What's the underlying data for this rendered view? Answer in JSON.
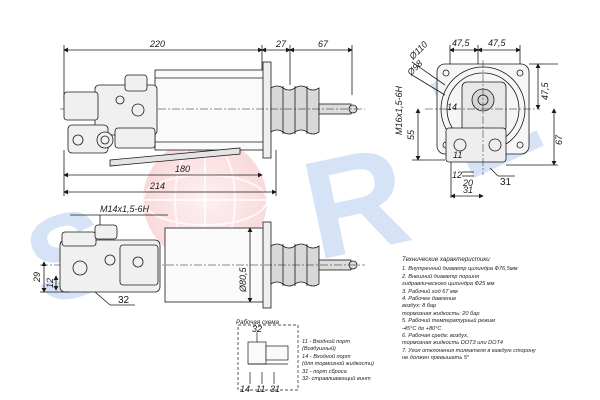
{
  "watermark": {
    "text": "SORL",
    "color": "#2f6fd8",
    "circle_color": "#e8404a"
  },
  "top_view": {
    "dims": {
      "d220": "220",
      "d27": "27",
      "d67": "67",
      "d180": "180",
      "d214": "214"
    }
  },
  "side_view": {
    "dims": {
      "d47_5_left": "47,5",
      "d47_5_right": "47,5",
      "d110": "Ø110",
      "d98": "Ø98",
      "thread": "M16x1,5-6H",
      "d55": "55",
      "d47_5_v": "47,5",
      "d67_v": "67",
      "d12": "12",
      "d20": "20",
      "d31_dim": "31",
      "port11": "11",
      "port14": "14",
      "port31": "31"
    }
  },
  "bottom_view": {
    "dims": {
      "thread": "M14x1,5-6H",
      "d29": "29",
      "d12": "12",
      "d805": "Ø80,5",
      "port32": "32"
    }
  },
  "scheme": {
    "title": "Рабочая схема",
    "port32": "32",
    "ports_bottom": [
      "14",
      "11",
      "31"
    ]
  },
  "legend": [
    "11 - Входной порт",
    "(Воздушный)",
    "14 - Входной порт",
    "(для тормозной жидкости)",
    "31 - порт сброса",
    "32- стравливающий винт"
  ],
  "specs": {
    "title": "Технические характеристики",
    "lines": [
      "1. Внутренний диаметр цилиндра Ф76,5мм",
      "2. Внешний диаметр поршня",
      "гидравлического цилиндра Ф25 мм",
      "3. Рабочий ход 67 мм",
      "4. Рабочее давление",
      "воздух: 8 бар",
      "тормозная жидкость: 20 бар",
      "5. Рабочий температурный режим",
      "-45°С до +80°С",
      "6. Рабочая среда: воздух,",
      "тормозная жидкость DOT3 или DOT4",
      "7. Угол отклонения толкателя в каждую сторону",
      "не должен превышать 5°"
    ]
  }
}
